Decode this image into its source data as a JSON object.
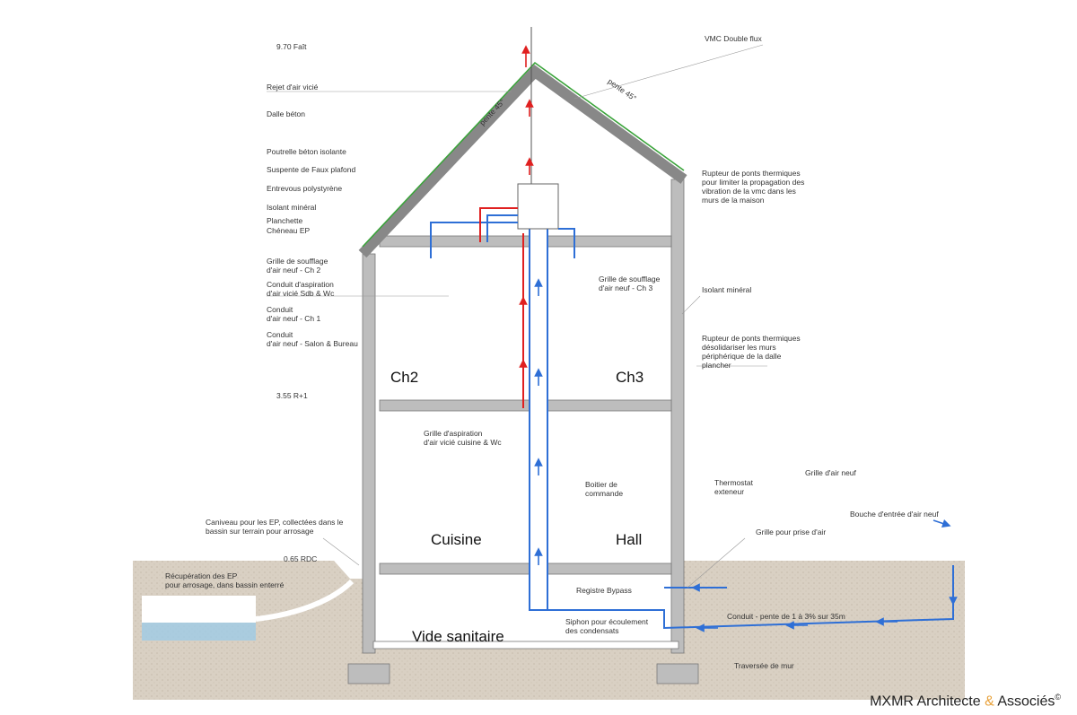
{
  "labels": {
    "level_top": "9.70 Faît",
    "level_r1": "3.55 R+1",
    "level_rdc": "0.65 RDC",
    "rejet": "Rejet d'air vicié",
    "dalle": "Dalle béton",
    "poutrelle": "Poutrelle béton isolante",
    "suspente": "Suspente de Faux plafond",
    "entrevous": "Entrevous polystyrène",
    "isolant_left": "Isolant minéral",
    "planchette": "Planchette",
    "cheneau": "Chéneau EP",
    "grille_souff_ch2": "Grille de soufflage\nd'air neuf - Ch 2",
    "conduit_aspi": "Conduit d'aspiration\nd'air vicié Sdb & Wc",
    "conduit_ch1": "Conduit\nd'air neuf - Ch 1",
    "conduit_salon": "Conduit\nd'air neuf - Salon & Bureau",
    "vmc": "VMC Double flux",
    "rupteur_top": "Rupteur de ponts thermiques\npour limiter la propagation des\nvibration de la vmc dans les\nmurs de la maison",
    "isolant_right": "Isolant minéral",
    "rupteur_mid": "Rupteur de ponts thermiques\ndésolidariser les murs\npériphérique de la dalle\nplancher",
    "grille_souff_ch3": "Grille de soufflage\nd'air neuf - Ch 3",
    "grille_aspi": "Grille d'aspiration\nd'air vicié cuisine & Wc",
    "boitier": "Boitier de\ncommande",
    "thermostat": "Thermostat\nexteneur",
    "grille_air_neuf": "Grille d'air neuf",
    "bouche": "Bouche d'entrée d'air neuf",
    "caniveau": "Caniveau pour les EP, collectées dans le\nbassin sur terrain pour arrosage",
    "recuperation": "Récupération des EP\npour arrosage, dans bassin enterré",
    "grille_prise": "Grille pour prise d'air",
    "registre": "Registre Bypass",
    "siphon": "Siphon pour écoulement\ndes condensats",
    "conduit_pente": "Conduit - pente de 1 à 3% sur 35m",
    "traversee": "Traversée de mur",
    "pente_left": "pente 45°",
    "pente_right": "pente 45°"
  },
  "rooms": {
    "ch2": "Ch2",
    "ch3": "Ch3",
    "cuisine": "Cuisine",
    "hall": "Hall",
    "vide": "Vide sanitaire"
  },
  "footer": {
    "part1": "MXMR Architecte ",
    "amp": "&",
    "part2": " Associés",
    "symbol": "©"
  },
  "colors": {
    "supply_air": "#2e6fd6",
    "extract_air": "#e02020",
    "wall": "#bdbdbd",
    "ground": "#d8cfc2",
    "roof_green": "#3aa33a"
  }
}
